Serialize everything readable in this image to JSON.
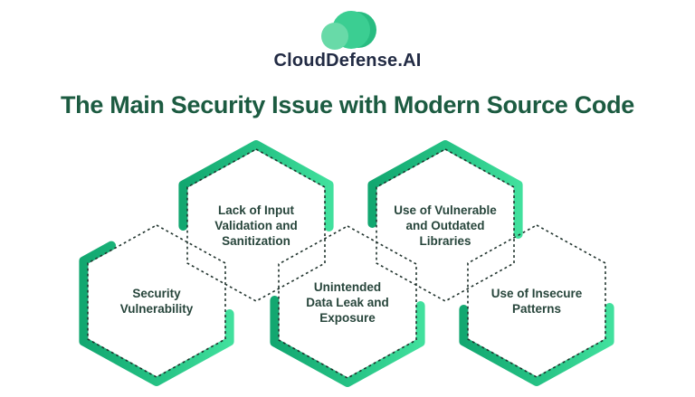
{
  "logo": {
    "brand": "CloudDefense.AI",
    "icon": "cloud-logo-icon"
  },
  "title": "The Main Security Issue with Modern Source Code",
  "colors": {
    "title_green": "#1C5B41",
    "hexagon_text": "#27453B",
    "dashed_outline": "#20332D",
    "band_gradient_start": "#12A770",
    "band_gradient_end": "#41E09D",
    "logo_navy": "#222B44",
    "logo_cloud_main": "#3BCE92",
    "logo_cloud_dark": "#29BC81",
    "logo_cloud_light": "#68DAA8"
  },
  "hexagons": [
    {
      "id": "lack-of-input-validation",
      "row": "top",
      "label": "Lack of Input\nValidation and\nSanitization"
    },
    {
      "id": "use-of-vulnerable-libraries",
      "row": "top",
      "label": "Use of Vulnerable\nand Outdated\nLibraries"
    },
    {
      "id": "security-vulnerability",
      "row": "bottom",
      "label": "Security\nVulnerability"
    },
    {
      "id": "unintended-data-leak",
      "row": "bottom",
      "label": "Unintended\nData Leak and\nExposure"
    },
    {
      "id": "use-of-insecure-patterns",
      "row": "bottom",
      "label": "Use of Insecure\nPatterns"
    }
  ]
}
